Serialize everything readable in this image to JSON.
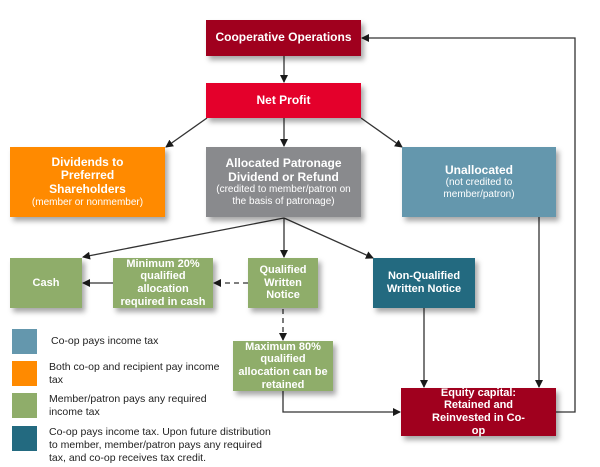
{
  "colors": {
    "operations": "#a0001e",
    "net_profit": "#e4002b",
    "orange": "#ff8a00",
    "gray": "#898a8d",
    "light_blue": "#6497ad",
    "green": "#8fad6a",
    "teal": "#236a80",
    "equity": "#a0001e"
  },
  "nodes": {
    "cooperative_operations": {
      "title": "Cooperative Operations"
    },
    "net_profit": {
      "title": "Net Profit"
    },
    "dividends_preferred": {
      "title": "Dividends to Preferred Shareholders",
      "subtitle": "(member or nonmember)"
    },
    "allocated_patronage": {
      "title": "Allocated Patronage Dividend or Refund",
      "subtitle": "(credited to member/patron on the basis of patronage)"
    },
    "unallocated": {
      "title": "Unallocated",
      "subtitle": "(not credited to member/patron)"
    },
    "cash": {
      "title": "Cash"
    },
    "minimum_20": {
      "title": "Minimum 20% qualified allocation required in cash"
    },
    "qualified_notice": {
      "title": "Qualified Written Notice"
    },
    "non_qualified_notice": {
      "title": "Non-Qualified Written Notice"
    },
    "maximum_80": {
      "title": "Maximum 80% qualified allocation can be retained"
    },
    "equity_capital": {
      "title": "Equity capital: Retained and Reinvested in Co-op"
    }
  },
  "edges": [
    {
      "from": "cooperative_operations",
      "to": "net_profit",
      "style": "solid"
    },
    {
      "from": "net_profit",
      "to": "dividends_preferred",
      "style": "solid"
    },
    {
      "from": "net_profit",
      "to": "allocated_patronage",
      "style": "solid"
    },
    {
      "from": "net_profit",
      "to": "unallocated",
      "style": "solid"
    },
    {
      "from": "allocated_patronage",
      "to": "cash",
      "style": "solid"
    },
    {
      "from": "allocated_patronage",
      "to": "qualified_notice",
      "style": "solid"
    },
    {
      "from": "allocated_patronage",
      "to": "non_qualified_notice",
      "style": "solid"
    },
    {
      "from": "qualified_notice",
      "to": "minimum_20",
      "style": "dashed"
    },
    {
      "from": "minimum_20",
      "to": "cash",
      "style": "solid"
    },
    {
      "from": "qualified_notice",
      "to": "maximum_80",
      "style": "dashed"
    },
    {
      "from": "maximum_80",
      "to": "equity_capital",
      "style": "solid"
    },
    {
      "from": "non_qualified_notice",
      "to": "equity_capital",
      "style": "solid"
    },
    {
      "from": "unallocated",
      "to": "equity_capital",
      "style": "solid"
    },
    {
      "from": "equity_capital",
      "to": "cooperative_operations",
      "style": "solid"
    }
  ],
  "legend": [
    {
      "color": "#6497ad",
      "label": "Co-op pays income tax"
    },
    {
      "color": "#ff8a00",
      "label": "Both co-op and recipient pay income tax"
    },
    {
      "color": "#8fad6a",
      "label": "Member/patron pays any required income tax"
    },
    {
      "color": "#236a80",
      "label": "Co-op pays income tax. Upon future distribution to member, member/patron pays any required tax, and co-op receives tax credit."
    }
  ]
}
